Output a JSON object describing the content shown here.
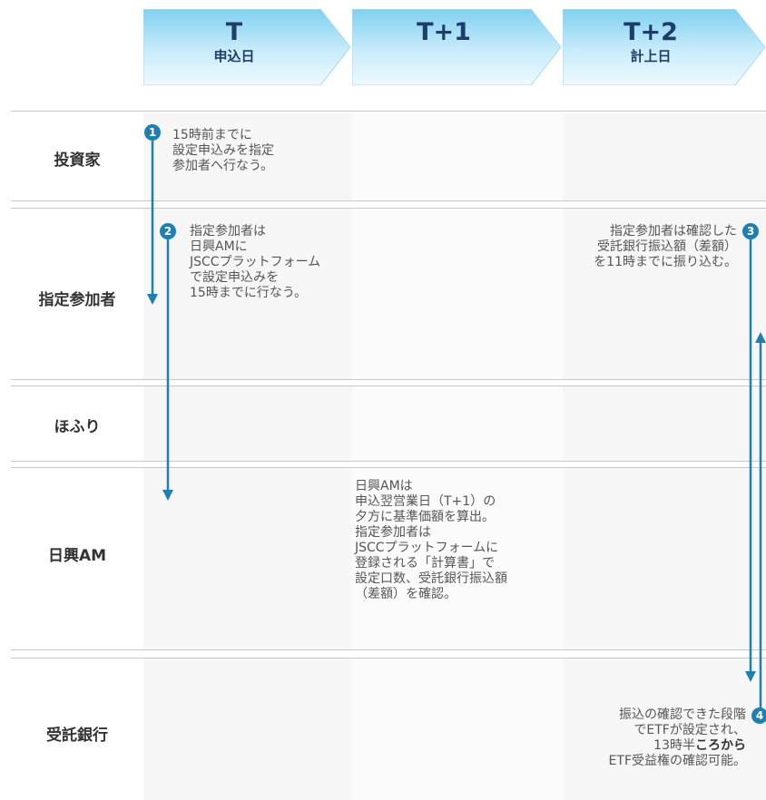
{
  "phases": [
    {
      "day": "T",
      "name": "申込日"
    },
    {
      "day": "T+1",
      "name": ""
    },
    {
      "day": "T+2",
      "name": "計上日"
    }
  ],
  "rows": [
    {
      "label": "投資家"
    },
    {
      "label": "指定参加者"
    },
    {
      "label": "ほふり"
    },
    {
      "label": "日興AM"
    },
    {
      "label": "受託銀行"
    }
  ],
  "steps": {
    "s1": {
      "num": "1",
      "lines": [
        "15時前までに",
        "設定申込みを指定",
        "参加者へ行なう。"
      ]
    },
    "s2": {
      "num": "2",
      "lines": [
        "指定参加者は",
        "日興AMに",
        "JSCCプラットフォーム",
        "で設定申込みを",
        "15時までに行なう。"
      ]
    },
    "s3": {
      "num": "3",
      "lines": [
        "指定参加者は確認した",
        "受託銀行振込額（差額）",
        "を11時までに振り込む。"
      ]
    },
    "s4": {
      "num": "4",
      "lines": [
        "振込の確認できた段階",
        "でETFが設定され、",
        "13時半",
        "ころから",
        "ETF受益権の確認可能。"
      ]
    },
    "note": {
      "lines": [
        "日興AMは",
        "申込翌営業日（T+1）の",
        "夕方に基準価額を算出。",
        "指定参加者は",
        "JSCCプラットフォームに",
        "登録される「計算書」で",
        "設定口数、受託銀行振込額",
        "（差額）を確認。"
      ]
    }
  },
  "colors": {
    "accent": "#1e7fb0",
    "phase_text": "#1f3d6b",
    "arrow": "#1e7fb0"
  }
}
